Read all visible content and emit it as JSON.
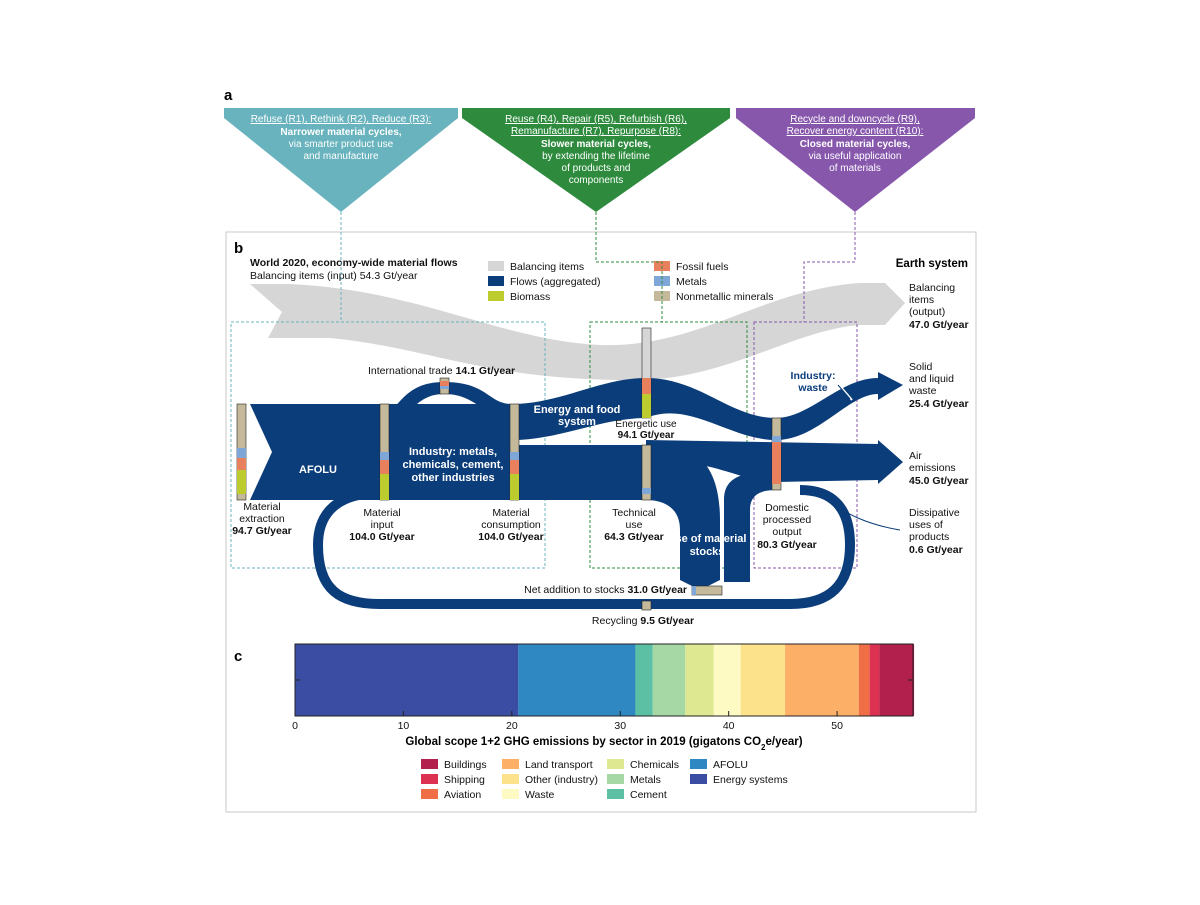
{
  "panel_labels": {
    "a": "a",
    "b": "b",
    "c": "c"
  },
  "strategies": [
    {
      "line1": "Refuse (R1), Rethink (R2), Reduce (R3):",
      "line2": "",
      "bold": "Narrower material cycles,",
      "desc1": "via smarter product use",
      "desc2": "and manufacture",
      "desc3": "",
      "color": "#68b3bd"
    },
    {
      "line1": "Reuse (R4), Repair (R5), Refurbish (R6),",
      "line2": "Remanufacture (R7), Repurpose (R8):",
      "bold": "Slower material cycles,",
      "desc1": "by extending the lifetime",
      "desc2": "of products and",
      "desc3": "components",
      "color": "#2e8b3e"
    },
    {
      "line1": "Recycle and downcycle (R9),",
      "line2": "Recover energy content (R10):",
      "bold": "Closed material cycles,",
      "desc1": "via useful application",
      "desc2": "of materials",
      "desc3": "",
      "color": "#8757ac"
    }
  ],
  "flows": {
    "title": "World 2020, economy-wide material flows",
    "balancing_input": "Balancing items (input) 54.3 Gt/year",
    "earth_system": "Earth system",
    "legend": [
      {
        "label": "Balancing items",
        "color": "#d6d6d6"
      },
      {
        "label": "Flows (aggregated)",
        "color": "#0b3d7a"
      },
      {
        "label": "Biomass",
        "color": "#bccb2d"
      },
      {
        "label": "Fossil fuels",
        "color": "#e8805e"
      },
      {
        "label": "Metals",
        "color": "#7ea7d8"
      },
      {
        "label": "Nonmetallic minerals",
        "color": "#c4b99a"
      }
    ],
    "international_trade": {
      "label": "International trade",
      "value": "14.1 Gt/year"
    },
    "afolu": "AFOLU",
    "industry1": "Industry: metals,",
    "industry2": "chemicals, cement,",
    "industry3": "other industries",
    "energy_food1": "Energy and food",
    "energy_food2": "system",
    "energetic_use": {
      "label": "Energetic use",
      "value": "94.1 Gt/year"
    },
    "industry_waste1": "Industry:",
    "industry_waste2": "waste",
    "use_stocks1": "Use of material",
    "use_stocks2": "stocks",
    "material_extraction": {
      "l1": "Material",
      "l2": "extraction",
      "value": "94.7 Gt/year"
    },
    "material_input": {
      "l1": "Material",
      "l2": "input",
      "value": "104.0 Gt/year"
    },
    "material_consumption": {
      "l1": "Material",
      "l2": "consumption",
      "value": "104.0 Gt/year"
    },
    "technical_use": {
      "l1": "Technical",
      "l2": "use",
      "value": "64.3 Gt/year"
    },
    "dpo": {
      "l1": "Domestic",
      "l2": "processed",
      "l3": "output",
      "value": "80.3 Gt/year"
    },
    "net_addition": {
      "label": "Net addition to stocks",
      "value": "31.0 Gt/year"
    },
    "recycling": {
      "label": "Recycling",
      "value": "9.5 Gt/year"
    },
    "balancing_output": {
      "l1": "Balancing",
      "l2": "items",
      "l3": "(output)",
      "value": "47.0 Gt/year"
    },
    "solid_waste": {
      "l1": "Solid",
      "l2": "and liquid",
      "l3": "waste",
      "value": "25.4 Gt/year"
    },
    "air_emissions": {
      "l1": "Air",
      "l2": "emissions",
      "value": "45.0 Gt/year"
    },
    "dissipative": {
      "l1": "Dissipative",
      "l2": "uses of",
      "l3": "products",
      "value": "0.6 Gt/year"
    },
    "colors": {
      "flow": "#0b3d7a",
      "balancing": "#d6d6d6",
      "biomass": "#bccb2d",
      "fossil": "#e8805e",
      "metals": "#7ea7d8",
      "minerals": "#c4b99a"
    }
  },
  "chart_data": {
    "type": "bar",
    "xlabel": "Global scope 1+2 GHG emissions by sector in 2019 (gigatons CO",
    "xlabel_sub": "2",
    "xlabel_end": "e/year)",
    "xlim": [
      0,
      57
    ],
    "xticks": [
      0,
      10,
      20,
      30,
      40,
      50
    ],
    "segments": [
      {
        "name": "Energy systems",
        "value": 20.6,
        "color": "#3a4da3"
      },
      {
        "name": "AFOLU",
        "value": 10.8,
        "color": "#3088c3"
      },
      {
        "name": "Cement",
        "value": 1.6,
        "color": "#5cc0a4"
      },
      {
        "name": "Metals",
        "value": 3.0,
        "color": "#a6d8a6"
      },
      {
        "name": "Chemicals",
        "value": 2.6,
        "color": "#dde890"
      },
      {
        "name": "Waste",
        "value": 2.5,
        "color": "#fdfac4"
      },
      {
        "name": "Other (industry)",
        "value": 4.1,
        "color": "#fde28c"
      },
      {
        "name": "Land transport",
        "value": 6.8,
        "color": "#fbaf67"
      },
      {
        "name": "Aviation",
        "value": 1.0,
        "color": "#f06e46"
      },
      {
        "name": "Shipping",
        "value": 0.9,
        "color": "#dc3150"
      },
      {
        "name": "Buildings",
        "value": 3.2,
        "color": "#b2204d"
      }
    ],
    "legend_columns": [
      [
        "Buildings",
        "Shipping",
        "Aviation"
      ],
      [
        "Land transport",
        "Other (industry)",
        "Waste"
      ],
      [
        "Chemicals",
        "Metals",
        "Cement"
      ],
      [
        "AFOLU",
        "Energy systems"
      ]
    ]
  }
}
